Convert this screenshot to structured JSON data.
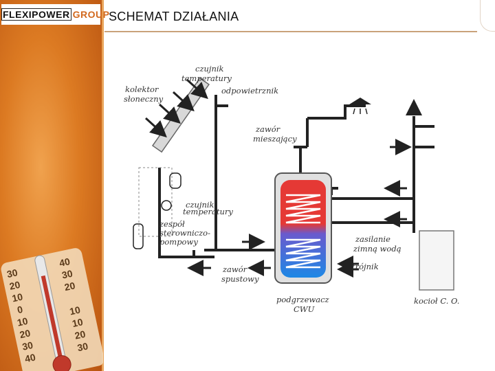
{
  "slide": {
    "title": "SCHEMAT DZIAŁANIA",
    "logo": {
      "part1": "FLEXIPOWER",
      "part2": "GROUP"
    }
  },
  "diagram": {
    "labels": {
      "kolektor": [
        "kolektor",
        "słoneczny"
      ],
      "czujnik_top": [
        "czujnik",
        "temperatury"
      ],
      "odpowietrznik": "odpowietrznik",
      "zawor_mieszajacy": [
        "zawór",
        "mieszający"
      ],
      "czujnik_mid": [
        "czujnik",
        "temperatury"
      ],
      "zespol": [
        "zespół",
        "sterowniczo-",
        "pompowy"
      ],
      "zasilanie": [
        "zasilanie",
        "zimną wodą"
      ],
      "trojnik": "trójnik",
      "zawor_spustowy": [
        "zawór",
        "spustowy"
      ],
      "podgrzewacz": [
        "podgrzewacz",
        "CWU"
      ],
      "kociol": "kocioł C. O."
    }
  },
  "thermometer": {
    "scale_left": [
      "30",
      "20",
      "10",
      "0",
      "10",
      "20",
      "30",
      "40"
    ],
    "scale_right": [
      "40",
      "30",
      "20",
      "10",
      "10",
      "20",
      "30"
    ]
  }
}
